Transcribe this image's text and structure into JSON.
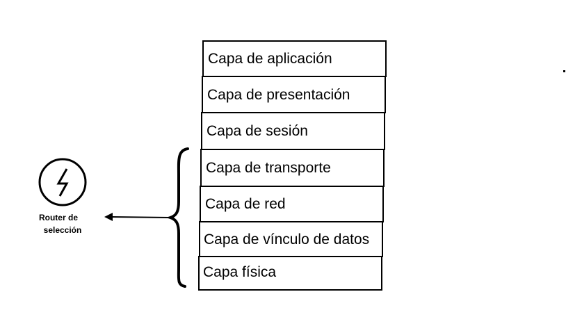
{
  "layers": [
    {
      "label": "Capa de aplicación"
    },
    {
      "label": "Capa de presentación"
    },
    {
      "label": "Capa de sesión"
    },
    {
      "label": "Capa de transporte"
    },
    {
      "label": "Capa de red"
    },
    {
      "label": "Capa de vínculo de datos"
    },
    {
      "label": "Capa física"
    }
  ],
  "router": {
    "label_line1": "Router de",
    "label_line2": "selección",
    "icon": "lightning-bolt-icon"
  }
}
